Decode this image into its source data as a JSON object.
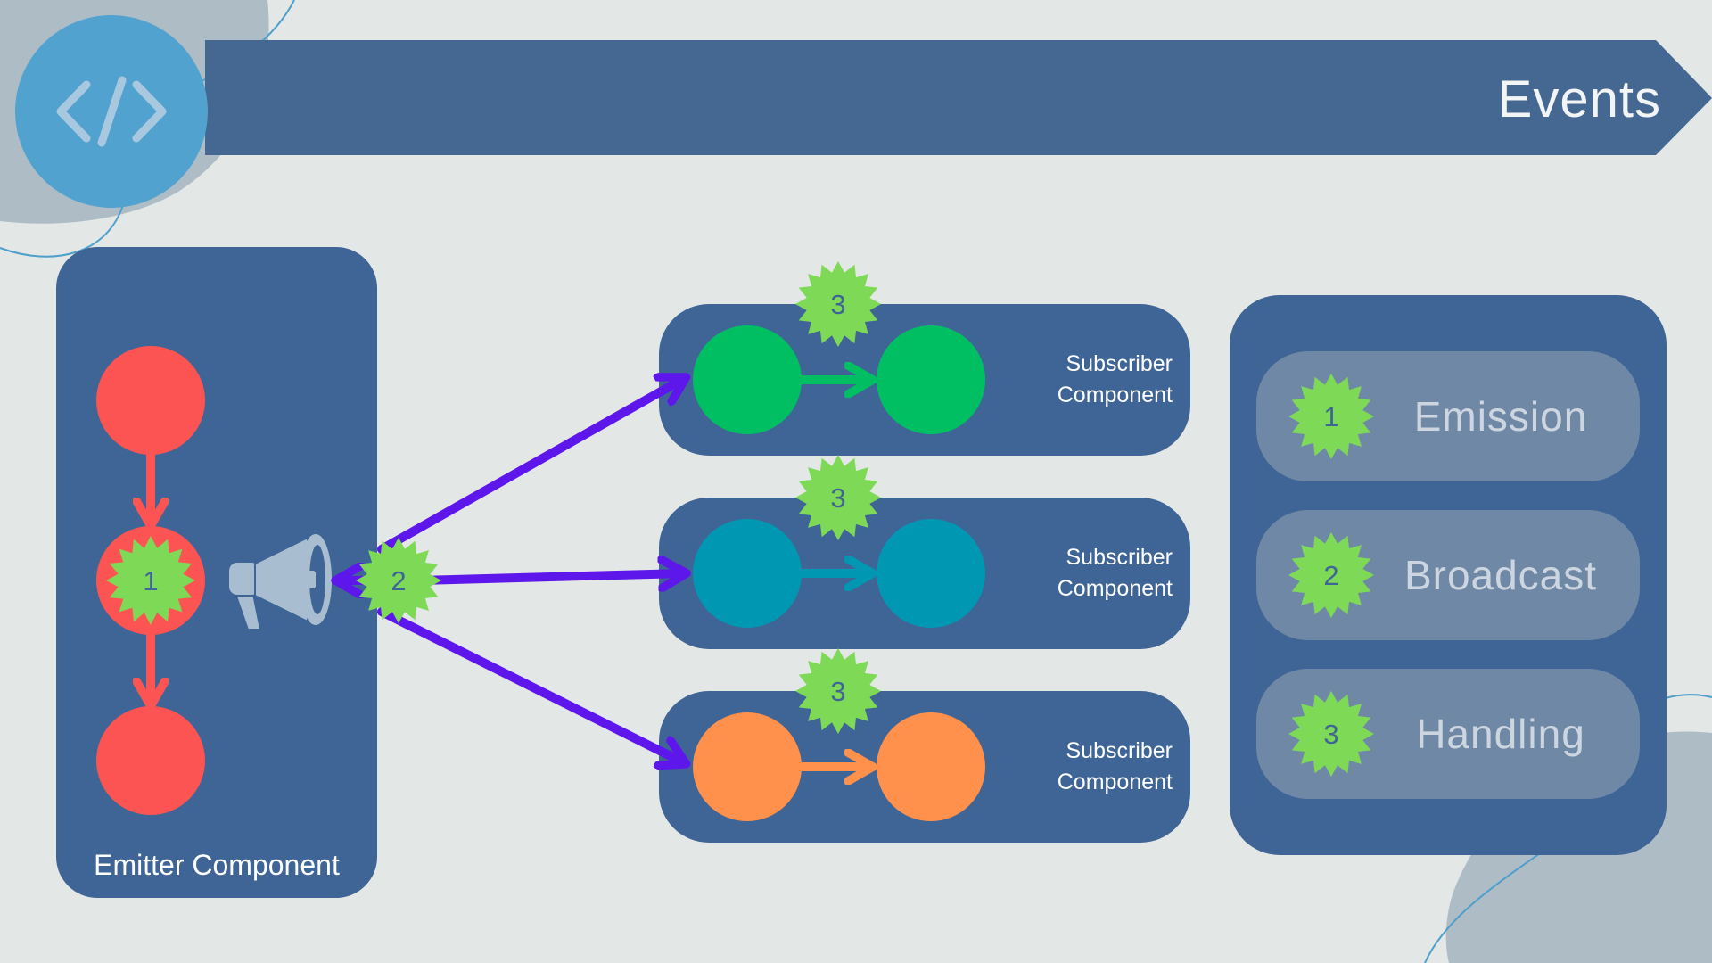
{
  "title": "Events",
  "emitter": {
    "label": "Emitter Component",
    "badge_number": "1",
    "broadcast_badge_number": "2",
    "node_color": "#fc5452"
  },
  "subscribers": [
    {
      "label_line1": "Subscriber",
      "label_line2": "Component",
      "badge_number": "3",
      "node_color": "#00bf63"
    },
    {
      "label_line1": "Subscriber",
      "label_line2": "Component",
      "badge_number": "3",
      "node_color": "#0097b2"
    },
    {
      "label_line1": "Subscriber",
      "label_line2": "Component",
      "badge_number": "3",
      "node_color": "#ff914d"
    }
  ],
  "steps": [
    {
      "number": "1",
      "label": "Emission"
    },
    {
      "number": "2",
      "label": "Broadcast"
    },
    {
      "number": "3",
      "label": "Handling"
    }
  ],
  "colors": {
    "background": "#e3e7e5",
    "banner": "#456892",
    "panel": "#3f6596",
    "step_pill": "#6f88a6",
    "badge": "#7ed957",
    "broadcast_arrow": "#5e17eb",
    "code_icon_circle": "#52a2d0",
    "blob": "#aebcc6"
  },
  "icons": [
    "code-icon",
    "megaphone-icon",
    "badge-starburst-icon"
  ]
}
